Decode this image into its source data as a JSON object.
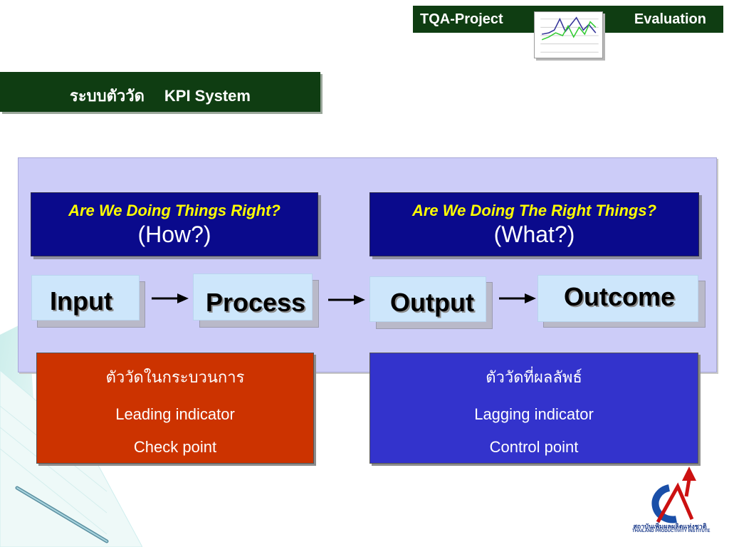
{
  "header": {
    "left_label": "TQA-Project",
    "right_label": "Evaluation"
  },
  "title_bar": {
    "thai_label": "ระบบตัววัด",
    "english_label": "KPI System"
  },
  "questions": {
    "left": {
      "question": "Are We Doing Things Right?",
      "sub": "(How?)"
    },
    "right": {
      "question": "Are We Doing The Right Things?",
      "sub": "(What?)"
    }
  },
  "stages": [
    "Input",
    "Process",
    "Output",
    "Outcome"
  ],
  "indicators": {
    "leading": {
      "title": "ตัววัดในกระบวนการ",
      "line1": "Leading indicator",
      "line2": "Check point"
    },
    "lagging": {
      "title": "ตัววัดที่ผลลัพธ์",
      "line1": "Lagging indicator",
      "line2": "Control point"
    }
  },
  "logo": {
    "thai_name": "สถาบันเพิ่มผลผลิตแห่งชาติ",
    "english_name": "THAILAND PRODUCTIVITY INSTITUTE"
  },
  "colors": {
    "dark_green": "#0f3d12",
    "panel_lavender": "#ccccf8",
    "question_navy": "#0a0a8c",
    "question_yellow": "#ffff00",
    "stage_light_blue": "#cde6fb",
    "leading_red": "#cc3300",
    "lagging_blue": "#3333cc"
  }
}
